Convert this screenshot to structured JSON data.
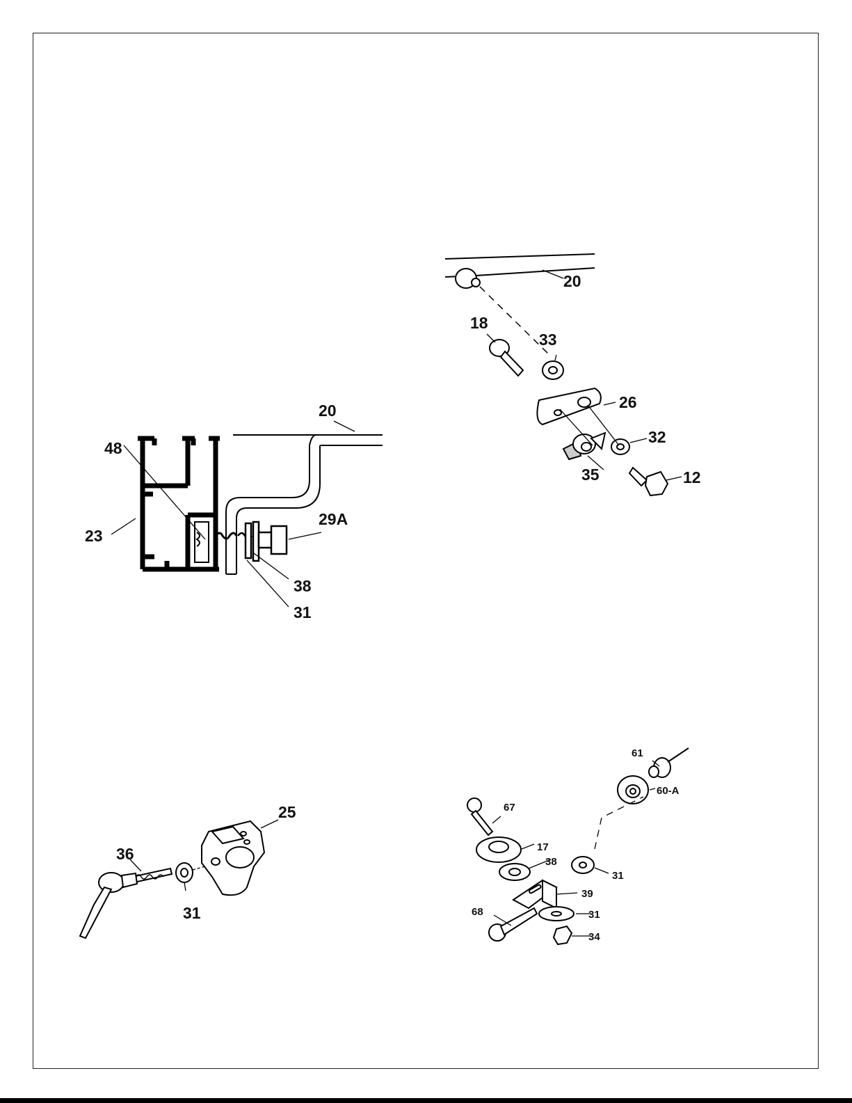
{
  "figures": {
    "section_view": {
      "labels": [
        "20",
        "48",
        "29A",
        "23",
        "38",
        "31"
      ]
    },
    "bracket_assembly": {
      "labels": [
        "20",
        "18",
        "33",
        "26",
        "32",
        "35",
        "12"
      ]
    },
    "clamp_assembly": {
      "labels": [
        "25",
        "36",
        "31"
      ]
    },
    "roller_assembly": {
      "labels": [
        "61",
        "60-A",
        "67",
        "17",
        "38",
        "31",
        "39",
        "31",
        "68",
        "34"
      ]
    }
  }
}
